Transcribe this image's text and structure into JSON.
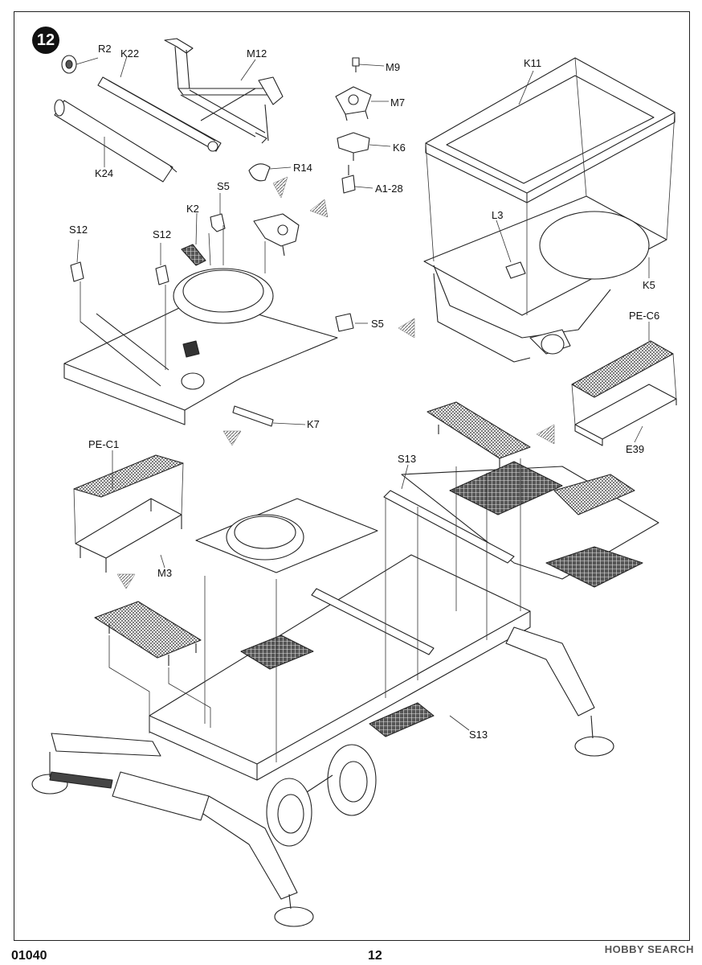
{
  "step": {
    "number": "12"
  },
  "parts": {
    "R2": "R2",
    "K22": "K22",
    "M12": "M12",
    "M9": "M9",
    "M7": "M7",
    "K6": "K6",
    "A1_28": "A1-28",
    "K11": "K11",
    "K24": "K24",
    "R14": "R14",
    "S5_top": "S5",
    "K2": "K2",
    "S12_left": "S12",
    "S12_right": "S12",
    "L3": "L3",
    "K5": "K5",
    "S5_side": "S5",
    "PE_C6": "PE-C6",
    "K7": "K7",
    "E39": "E39",
    "PE_C1": "PE-C1",
    "S13_top": "S13",
    "M3": "M3",
    "S13_bottom": "S13"
  },
  "footer": {
    "code": "01040",
    "page": "12"
  },
  "watermark": "HOBBY SEARCH"
}
